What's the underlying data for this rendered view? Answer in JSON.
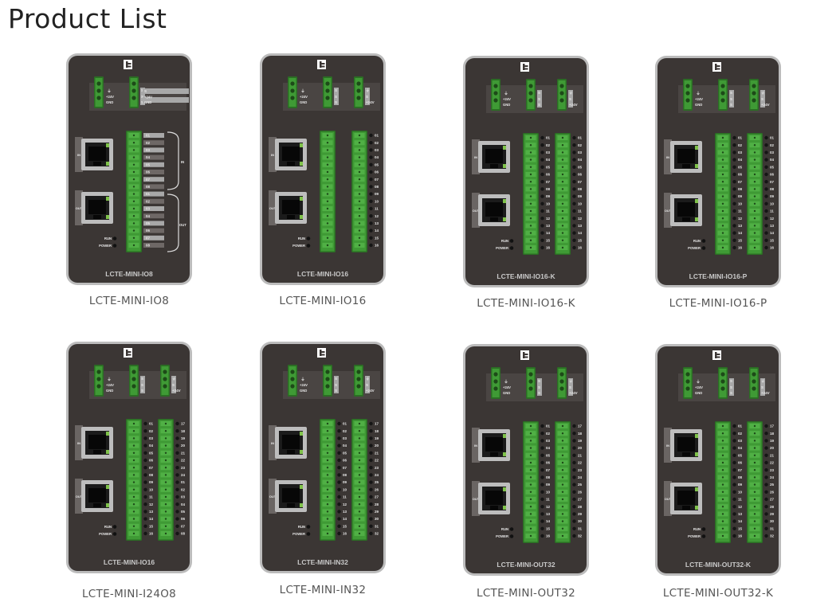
{
  "page": {
    "title": "Product List"
  },
  "labels": {
    "in_port": "IN",
    "out_port": "OUT",
    "run": "RUN",
    "power": "POWER",
    "v24": "+24V",
    "gnd": "GND",
    "s": "S",
    "group_in": "IN",
    "group_out": "OUT"
  },
  "colors": {
    "housing": "#3b3634",
    "housing_edge": "#bcbcbc",
    "terminal_green": "#3f9a35",
    "terminal_dark": "#2b6e24",
    "label_gray": "#a8a8a8",
    "text_light": "#e8e8e8"
  },
  "products": [
    {
      "model": "LCTE-MINI-IO8",
      "caption": "LCTE-MINI-IO8",
      "layout": "io8",
      "col1": [
        "01",
        "02",
        "03",
        "04",
        "05",
        "06",
        "07",
        "08",
        "01",
        "02",
        "03",
        "04",
        "05",
        "06",
        "07",
        "08"
      ],
      "col2": []
    },
    {
      "model": "LCTE-MINI-IO16",
      "caption": "LCTE-MINI-IO16",
      "layout": "dual",
      "col1": [],
      "col2": [
        "01",
        "02",
        "03",
        "04",
        "05",
        "06",
        "07",
        "08",
        "09",
        "10",
        "11",
        "12",
        "13",
        "14",
        "15",
        "16"
      ]
    },
    {
      "model": "LCTE-MINI-IO16-K",
      "caption": "LCTE-MINI-IO16-K",
      "layout": "dual",
      "col1": [
        "01",
        "02",
        "03",
        "04",
        "05",
        "06",
        "07",
        "08",
        "09",
        "10",
        "11",
        "12",
        "13",
        "14",
        "15",
        "16"
      ],
      "col2": [
        "01",
        "02",
        "03",
        "04",
        "05",
        "06",
        "07",
        "08",
        "09",
        "10",
        "11",
        "12",
        "13",
        "14",
        "15",
        "16"
      ]
    },
    {
      "model": "LCTE-MINI-IO16-P",
      "caption": "LCTE-MINI-IO16-P",
      "layout": "dual",
      "col1": [
        "01",
        "02",
        "03",
        "04",
        "05",
        "06",
        "07",
        "08",
        "09",
        "10",
        "11",
        "12",
        "13",
        "14",
        "15",
        "16"
      ],
      "col2": [
        "01",
        "02",
        "03",
        "04",
        "05",
        "06",
        "07",
        "08",
        "09",
        "10",
        "11",
        "12",
        "13",
        "14",
        "15",
        "16"
      ]
    },
    {
      "model": "LCTE-MINI-IO16",
      "caption": "LCTE-MINI-I24O8",
      "layout": "dual",
      "col1": [
        "01",
        "02",
        "03",
        "04",
        "05",
        "06",
        "07",
        "08",
        "09",
        "10",
        "11",
        "12",
        "13",
        "14",
        "15",
        "16"
      ],
      "col2": [
        "17",
        "18",
        "19",
        "20",
        "21",
        "22",
        "23",
        "24",
        "01",
        "02",
        "03",
        "04",
        "05",
        "06",
        "07",
        "08"
      ]
    },
    {
      "model": "LCTE-MINI-IN32",
      "caption": "LCTE-MINI-IN32",
      "layout": "dual",
      "col1": [
        "01",
        "02",
        "03",
        "04",
        "05",
        "06",
        "07",
        "08",
        "09",
        "10",
        "11",
        "12",
        "13",
        "14",
        "15",
        "16"
      ],
      "col2": [
        "17",
        "18",
        "19",
        "20",
        "21",
        "22",
        "23",
        "24",
        "25",
        "26",
        "27",
        "28",
        "29",
        "30",
        "31",
        "32"
      ]
    },
    {
      "model": "LCTE-MINI-OUT32",
      "caption": "LCTE-MINI-OUT32",
      "layout": "dual",
      "col1": [
        "01",
        "02",
        "03",
        "04",
        "05",
        "06",
        "07",
        "08",
        "09",
        "10",
        "11",
        "12",
        "13",
        "14",
        "15",
        "16"
      ],
      "col2": [
        "17",
        "18",
        "19",
        "20",
        "21",
        "22",
        "23",
        "24",
        "25",
        "26",
        "27",
        "28",
        "29",
        "30",
        "31",
        "32"
      ]
    },
    {
      "model": "LCTE-MINI-OUT32-K",
      "caption": "LCTE-MINI-OUT32-K",
      "layout": "dual",
      "col1": [
        "01",
        "02",
        "03",
        "04",
        "05",
        "06",
        "07",
        "08",
        "09",
        "10",
        "11",
        "12",
        "13",
        "14",
        "15",
        "16"
      ],
      "col2": [
        "17",
        "18",
        "19",
        "20",
        "21",
        "22",
        "23",
        "24",
        "25",
        "26",
        "27",
        "28",
        "29",
        "30",
        "31",
        "32"
      ]
    }
  ]
}
